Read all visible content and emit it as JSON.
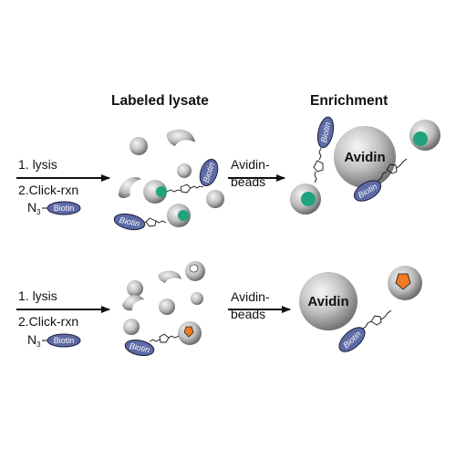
{
  "headers": {
    "labeled_lysate": "Labeled lysate",
    "enrichment": "Enrichment"
  },
  "top_row": {
    "step1": "1. lysis",
    "step2": "2.Click-rxn",
    "reagent_n3": "N",
    "reagent_sub": "3",
    "reagent_biotin": "Biotin",
    "arrow_line1": "Avidin-",
    "arrow_line2": "beads",
    "lysate_biotin_1": "Biotin",
    "lysate_biotin_2": "Biotin",
    "avidin": "Avidin",
    "enriched_biotin_1": "Biotin",
    "enriched_biotin_2": "Biotin",
    "probe_color": "#1fa37e"
  },
  "bottom_row": {
    "step1": "1. lysis",
    "step2": "2.Click-rxn",
    "reagent_n3": "N",
    "reagent_sub": "3",
    "reagent_biotin": "Biotin",
    "arrow_line1": "Avidin-",
    "arrow_line2": "beads",
    "lysate_biotin": "Biotin",
    "avidin": "Avidin",
    "enriched_biotin": "Biotin",
    "probe_color": "#f07b22"
  },
  "colors": {
    "biotin_fill": "#5c6aa6",
    "protein_gray": "#b9b9b9"
  }
}
